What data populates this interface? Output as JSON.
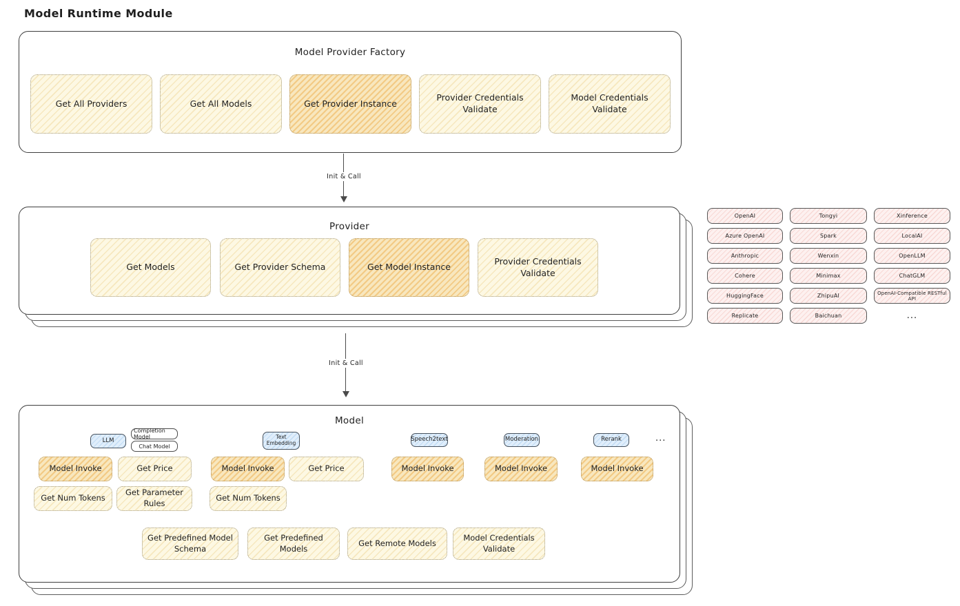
{
  "page": {
    "title": "Model Runtime Module"
  },
  "arrow_label": "Init & Call",
  "factory": {
    "title": "Model Provider Factory",
    "buttons": {
      "get_all_providers": "Get All Providers",
      "get_all_models": "Get All Models",
      "get_provider_instance": "Get Provider Instance",
      "provider_credentials_validate": "Provider Credentials Validate",
      "model_credentials_validate": "Model Credentials Validate"
    }
  },
  "provider": {
    "title": "Provider",
    "buttons": {
      "get_models": "Get Models",
      "get_provider_schema": "Get Provider Schema",
      "get_model_instance": "Get Model Instance",
      "provider_credentials_validate": "Provider Credentials Validate"
    }
  },
  "providers": {
    "items": [
      "OpenAI",
      "Tongyi",
      "Xinference",
      "Azure OpenAI",
      "Spark",
      "LocalAI",
      "Anthropic",
      "Wenxin",
      "OpenLLM",
      "Cohere",
      "Minimax",
      "ChatGLM",
      "HuggingFace",
      "ZhipuAI",
      "OpenAI-Compatible RESTful API",
      "Replicate",
      "Baichuan"
    ],
    "more": "..."
  },
  "model": {
    "title": "Model",
    "types": {
      "llm": "LLM",
      "completion_model": "Completion Model",
      "chat_model": "Chat Model",
      "text_embedding": "Text Embedding",
      "speech2text": "Speech2text",
      "moderation": "Moderation",
      "rerank": "Rerank",
      "more": "..."
    },
    "buttons": {
      "model_invoke": "Model Invoke",
      "get_price": "Get Price",
      "get_num_tokens": "Get Num Tokens",
      "get_parameter_rules": "Get Parameter Rules",
      "get_predefined_model_schema": "Get Predefined Model Schema",
      "get_predefined_models": "Get Predefined Models",
      "get_remote_models": "Get Remote Models",
      "model_credentials_validate": "Model Credentials Validate"
    }
  },
  "colors": {
    "node_cream": "#fdf8e3",
    "node_orange": "#f8e7be",
    "provider_chip_pink": "#fdf1f0",
    "type_tag_blue": "#e0eefb",
    "stroke": "#3d3d3d"
  }
}
